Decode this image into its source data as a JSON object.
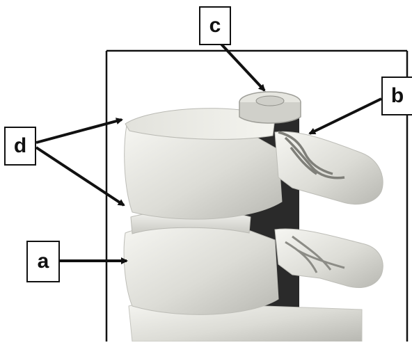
{
  "labels": {
    "a": "a",
    "b": "b",
    "c": "c",
    "d": "d"
  },
  "colors": {
    "line": "#111111",
    "bone_light": "#f2f2ee",
    "bone_mid": "#d9d9d3",
    "bone_shadow": "#a9a9a3",
    "disc": "#e8e8e2",
    "dark_gap": "#2a2a2a"
  }
}
